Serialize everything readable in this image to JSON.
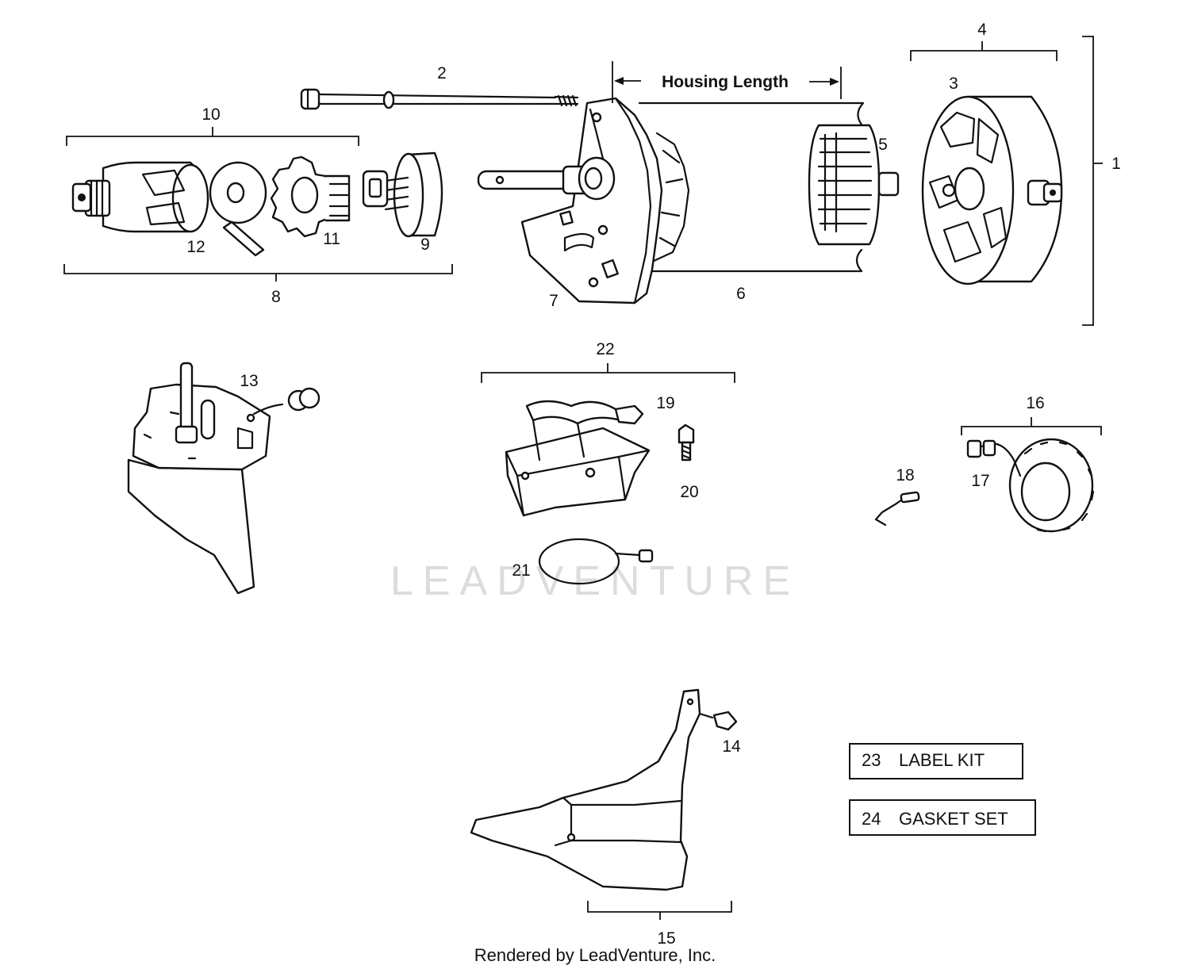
{
  "diagram": {
    "callouts": [
      {
        "id": "c1",
        "text": "1"
      },
      {
        "id": "c2",
        "text": "2"
      },
      {
        "id": "c3",
        "text": "3"
      },
      {
        "id": "c4",
        "text": "4"
      },
      {
        "id": "c5",
        "text": "5"
      },
      {
        "id": "c6",
        "text": "6"
      },
      {
        "id": "c7",
        "text": "7"
      },
      {
        "id": "c8",
        "text": "8"
      },
      {
        "id": "c9",
        "text": "9"
      },
      {
        "id": "c10",
        "text": "10"
      },
      {
        "id": "c11",
        "text": "11"
      },
      {
        "id": "c12",
        "text": "12"
      },
      {
        "id": "c13",
        "text": "13"
      },
      {
        "id": "c14",
        "text": "14"
      },
      {
        "id": "c15",
        "text": "15"
      },
      {
        "id": "c16",
        "text": "16"
      },
      {
        "id": "c17",
        "text": "17"
      },
      {
        "id": "c18",
        "text": "18"
      },
      {
        "id": "c19",
        "text": "19"
      },
      {
        "id": "c20",
        "text": "20"
      },
      {
        "id": "c21",
        "text": "21"
      },
      {
        "id": "c22",
        "text": "22"
      }
    ],
    "housing_length_label": "Housing Length",
    "kits": [
      {
        "number": "23",
        "label": "LABEL KIT"
      },
      {
        "number": "24",
        "label": "GASKET SET"
      }
    ],
    "watermark": "LEADVENTURE",
    "credit": "Rendered by LeadVenture, Inc."
  }
}
